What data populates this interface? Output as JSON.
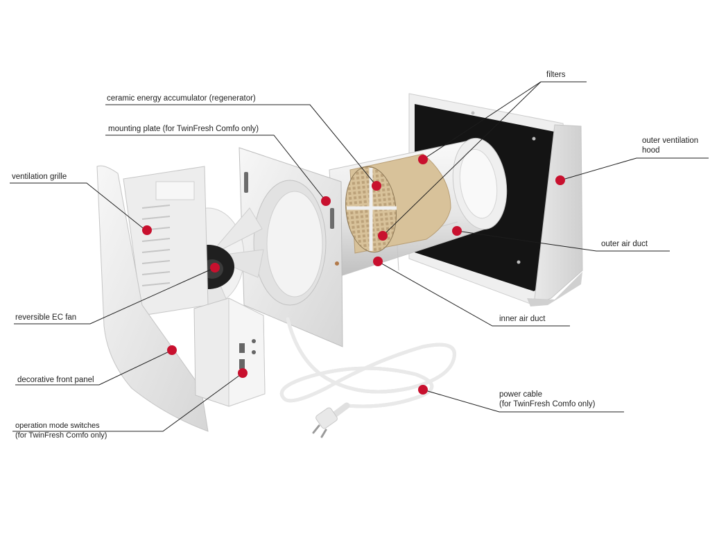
{
  "labels": {
    "filters": "filters",
    "ceramic_accumulator": "ceramic energy accumulator (regenerator)",
    "mounting_plate": "mounting plate (for TwinFresh Comfo only)",
    "ventilation_grille": "ventilation grille",
    "outer_hood_line1": "outer ventilation",
    "outer_hood_line2": "hood",
    "outer_air_duct": "outer air duct",
    "inner_air_duct": "inner air duct",
    "reversible_fan": "reversible EC fan",
    "decorative_panel": "decorative front panel",
    "power_cable_line1": "power cable",
    "power_cable_line2": "(for TwinFresh Comfo only)",
    "mode_switches_line1": "operation mode switches",
    "mode_switches_line2": "(for TwinFresh Comfo only)"
  },
  "colors": {
    "marker": "#c8102e",
    "leader": "#1d1d1d",
    "body_white": "#f1f1f1",
    "body_shade": "#d9d9d9",
    "hood_black": "#141414",
    "ceramic": "#d8c29a"
  }
}
